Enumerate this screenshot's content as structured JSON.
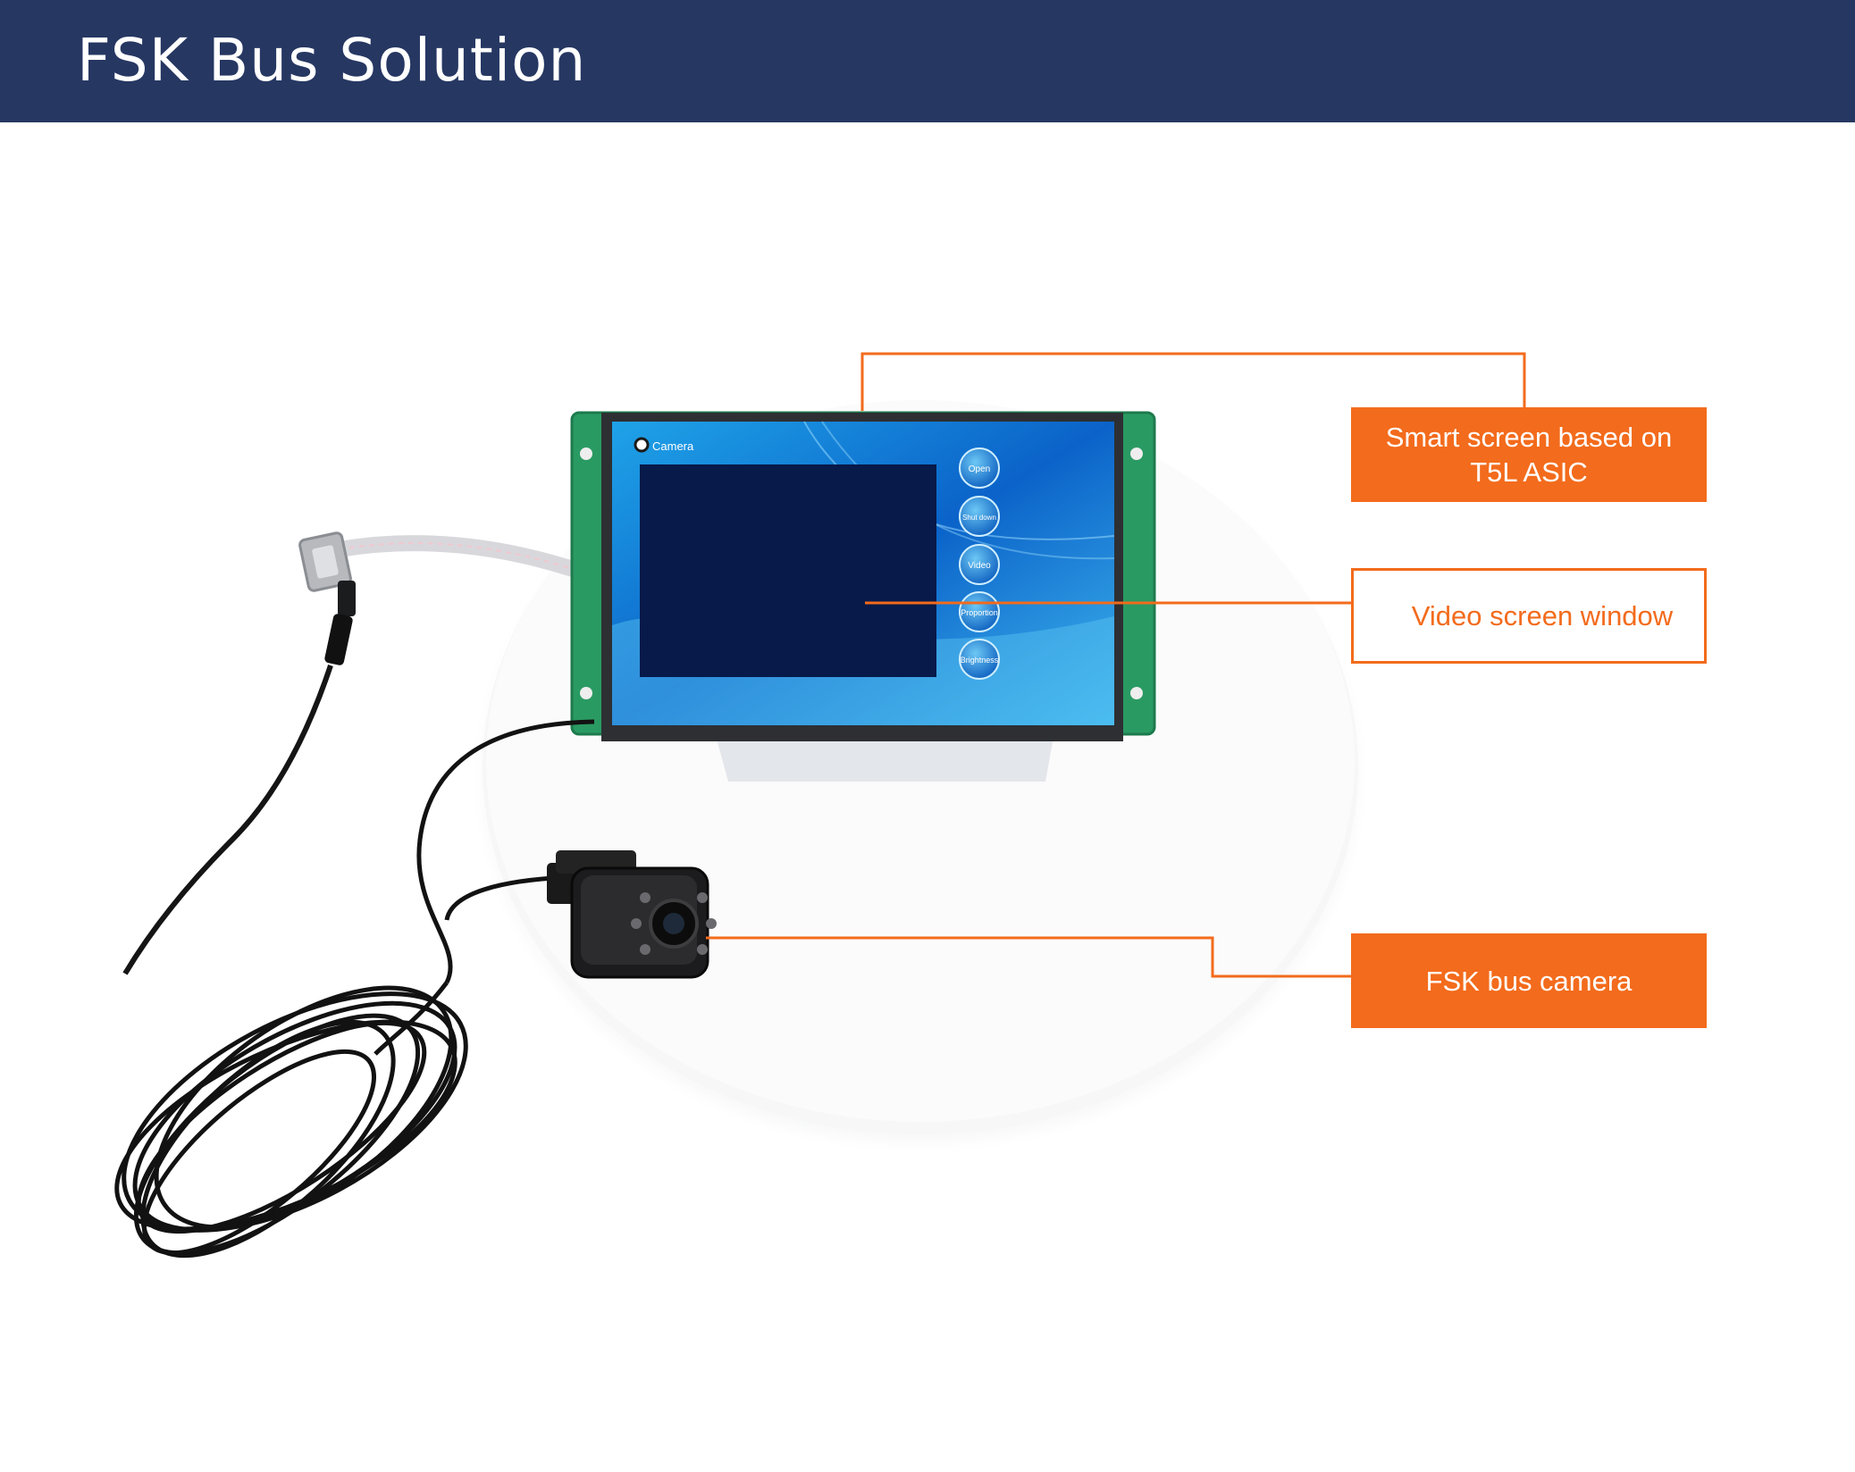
{
  "header": {
    "title": "FSK Bus Solution",
    "background": "#263762"
  },
  "callouts": {
    "smart_screen": "Smart screen based on T5L ASIC",
    "video_window": "Video screen window",
    "bus_camera": "FSK bus camera",
    "accent": "#f36b1c"
  },
  "device_screen": {
    "title": "Camera",
    "buttons": [
      "Open",
      "Shut down",
      "Video",
      "Proportion",
      "Brightness"
    ]
  }
}
